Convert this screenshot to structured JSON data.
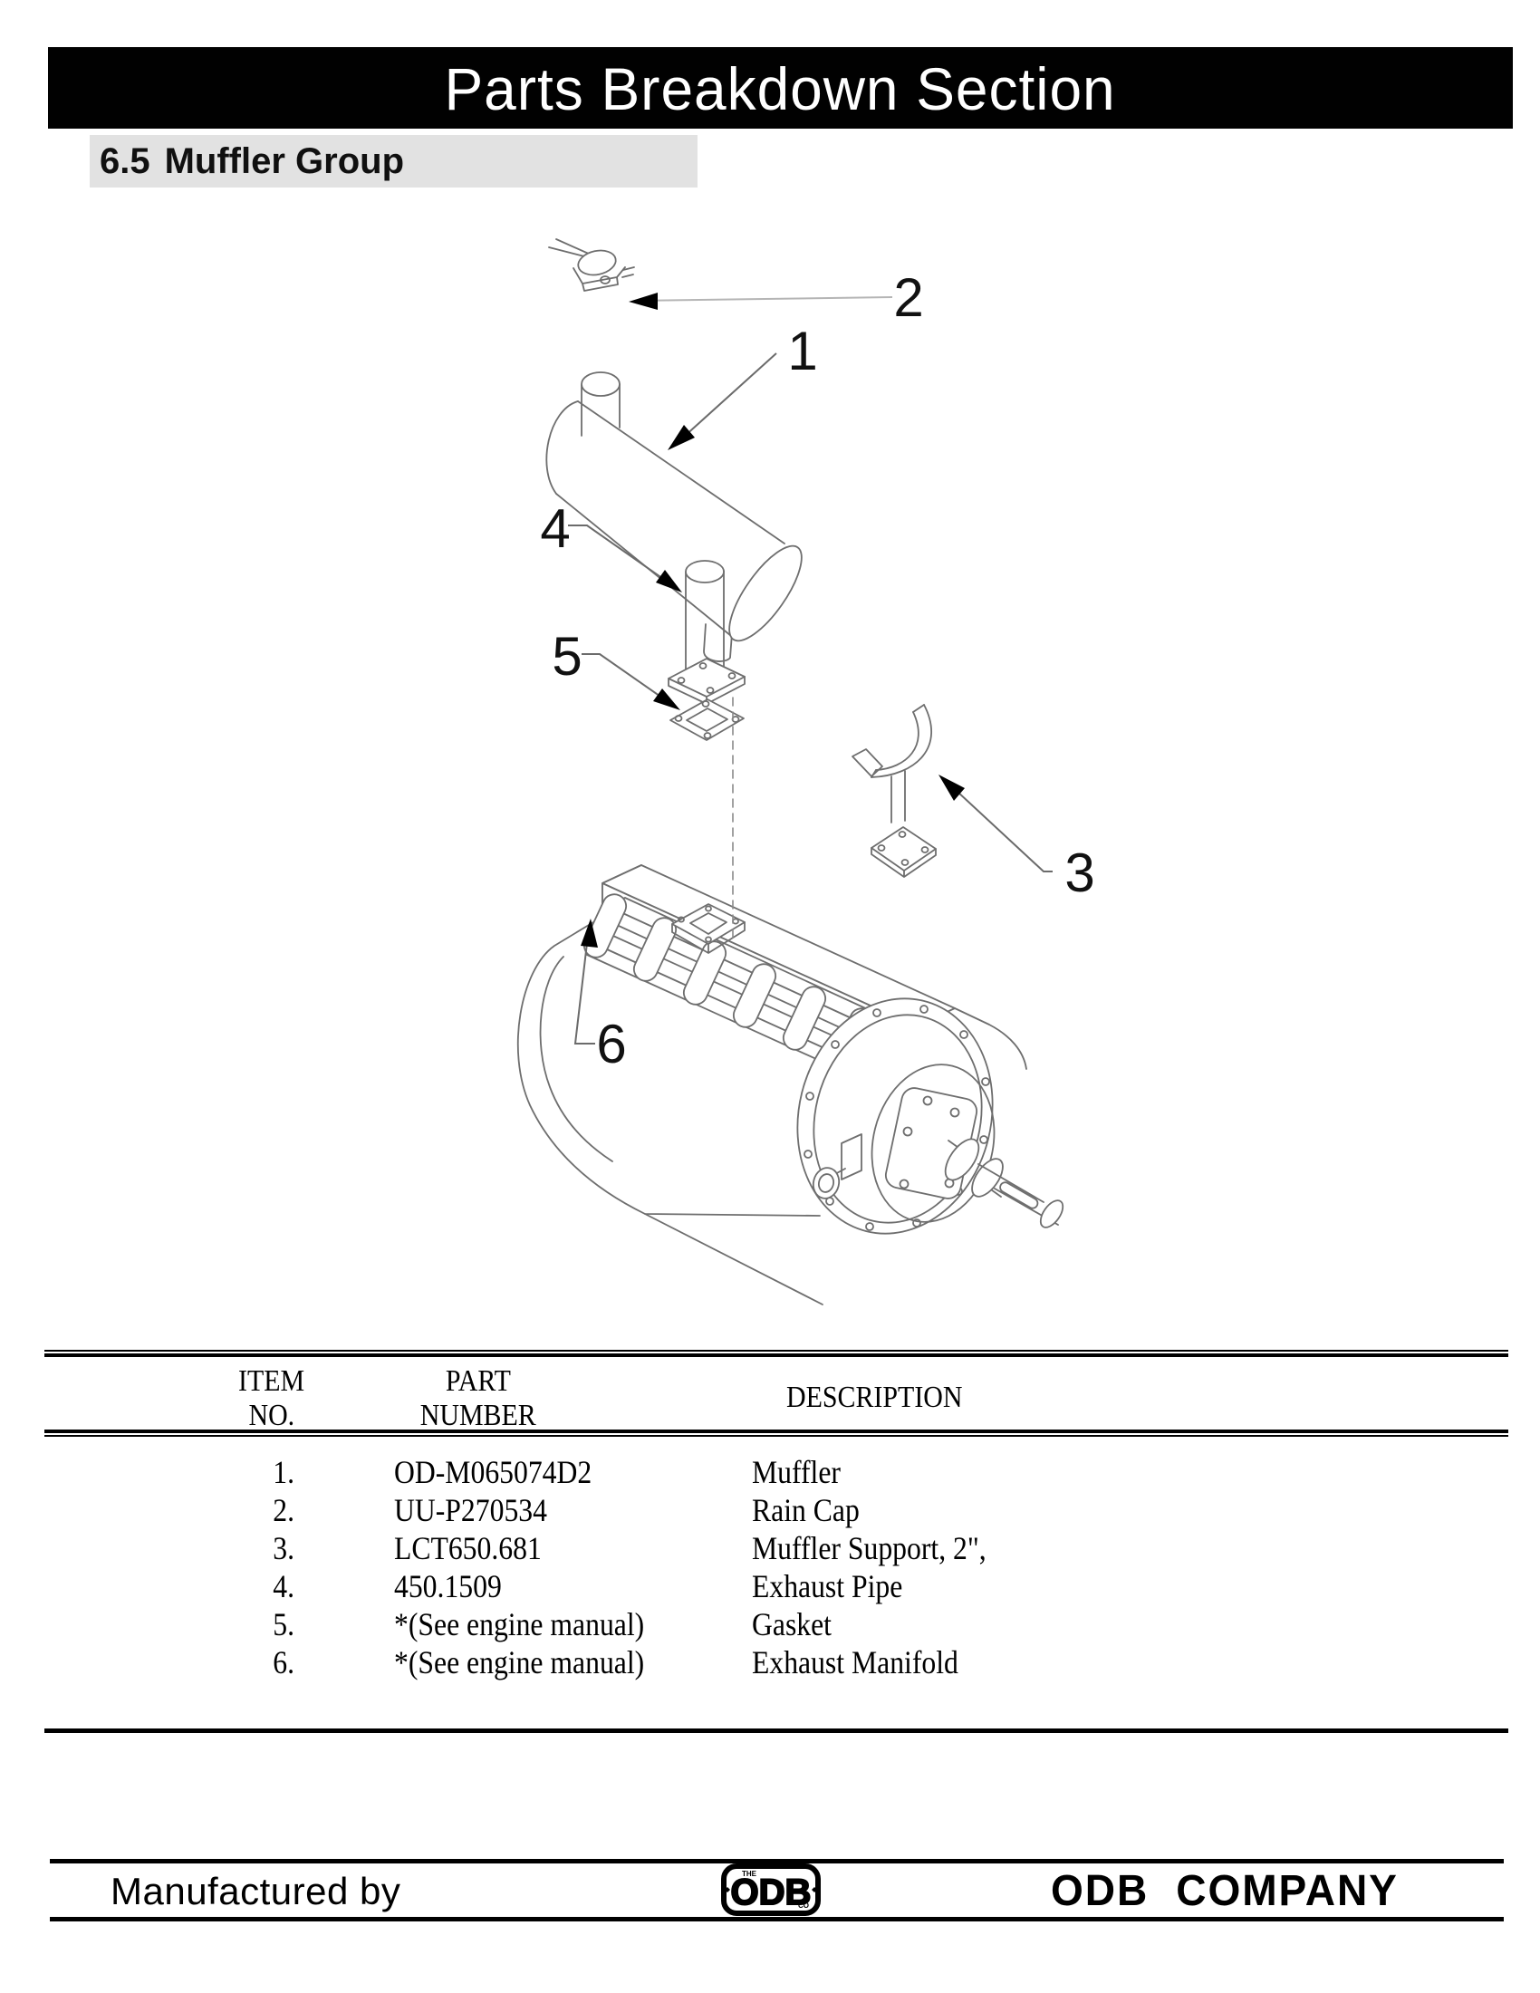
{
  "page": {
    "header_title": "Parts Breakdown Section",
    "section_number": "6.5",
    "section_name": "Muffler Group"
  },
  "diagram": {
    "callouts": [
      "1",
      "2",
      "3",
      "4",
      "5",
      "6"
    ],
    "line_color": "#6e6e6e",
    "arrow_color": "#000000"
  },
  "table": {
    "headers": {
      "item_line1": "ITEM",
      "item_line2": "NO.",
      "part_line1": "PART",
      "part_line2": "NUMBER",
      "desc": "DESCRIPTION"
    },
    "rows": [
      {
        "item": "1.",
        "part": "OD-M065074D2",
        "desc": "Muffler"
      },
      {
        "item": "2.",
        "part": "UU-P270534",
        "desc": "Rain Cap"
      },
      {
        "item": "3.",
        "part": "LCT650.681",
        "desc": "Muffler Support, 2\","
      },
      {
        "item": "4.",
        "part": "450.1509",
        "desc": "Exhaust Pipe"
      },
      {
        "item": "5.",
        "part": "*(See engine manual)",
        "desc": "Gasket"
      },
      {
        "item": "6.",
        "part": "*(See engine manual)",
        "desc": "Exhaust Manifold"
      }
    ]
  },
  "footer": {
    "manufactured_by": "Manufactured by",
    "company": "ODB COMPANY",
    "logo": {
      "the": "THE",
      "main": "ODB",
      "co": "CO"
    }
  }
}
